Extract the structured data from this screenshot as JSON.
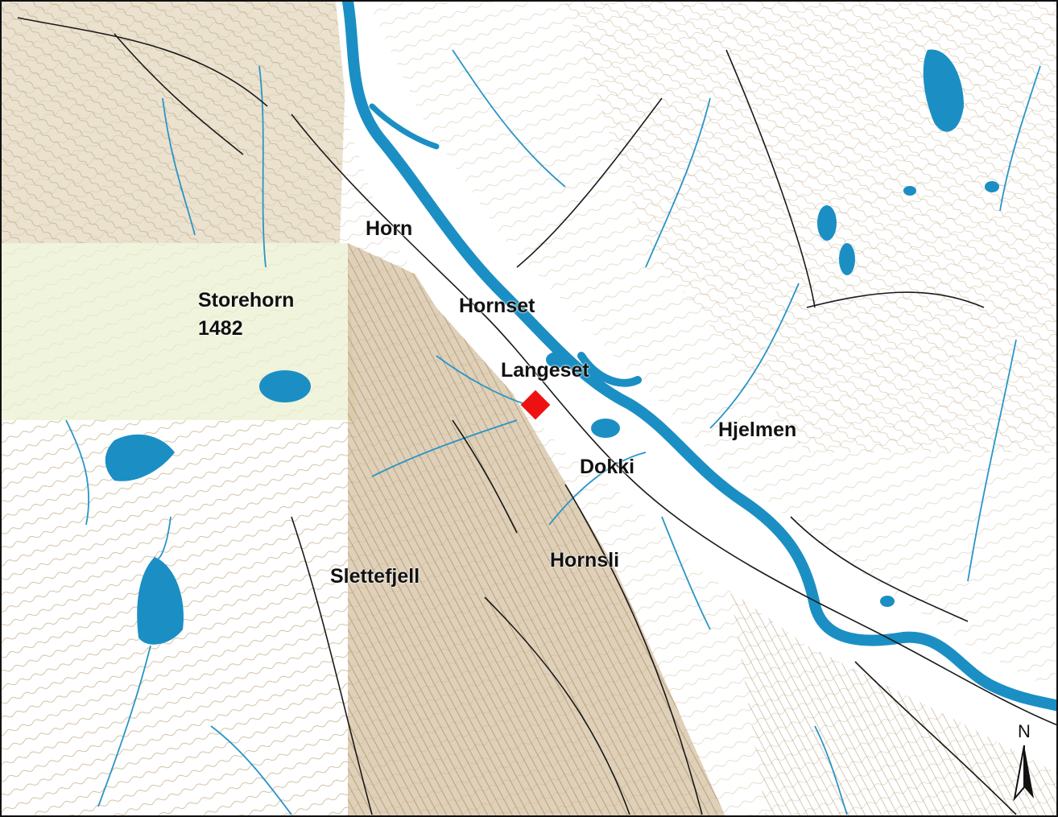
{
  "map": {
    "labels": {
      "horn": "Horn",
      "storehorn": "Storehorn",
      "storehorn_elevation": "1482",
      "hornset": "Hornset",
      "langeset": "Langeset",
      "hjelmen": "Hjelmen",
      "dokki": "Dokki",
      "hornsli": "Hornsli",
      "slettefjell": "Slettefjell"
    },
    "north_arrow": {
      "letter": "N",
      "icon": "north-arrow-icon"
    },
    "marker": {
      "icon": "site-marker-icon",
      "color": "#ee1111"
    },
    "colors": {
      "water": "#1b8fc4",
      "contour": "#b9a27a",
      "terrain": "#c4ab80",
      "meadow": "#cfdc9a",
      "road": "#1a1a1a",
      "border": "#111111"
    }
  }
}
